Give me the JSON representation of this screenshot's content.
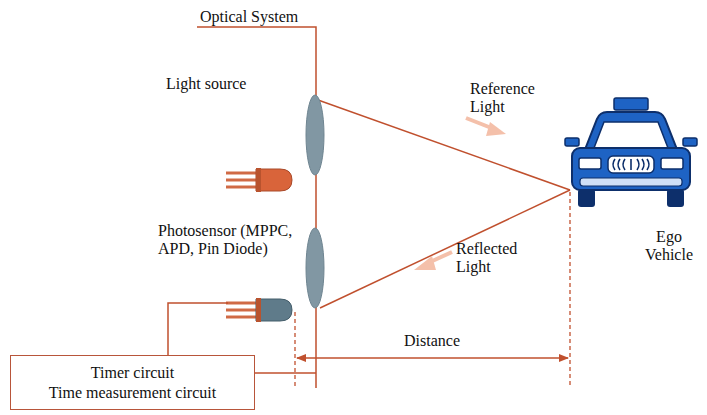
{
  "diagram": {
    "nodes": [
      {
        "text": [
          "Timer circuit",
          "Time measurement circuit"
        ]
      }
    ],
    "labels": [
      "Optical System",
      "Light source",
      "Reference Light",
      "Photosensor (MPPC, APD, Pin Diode)",
      "Reflected Light",
      "Ego Vehicle",
      "Distance"
    ]
  }
}
